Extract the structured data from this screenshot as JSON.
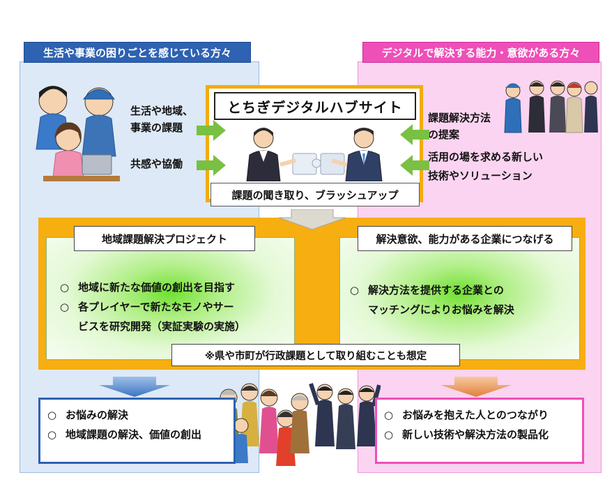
{
  "left_header": "生活や事業の困りごとを感じている方々",
  "right_header": "デジタルで解決する能力・意欲がある方々",
  "hub": {
    "title": "とちぎデジタルハブサイト",
    "subtitle": "課題の聞き取り、ブラッシュアップ"
  },
  "left_texts": {
    "issues_line1": "生活や地域、",
    "issues_line2": "事業の課題",
    "empathy": "共感や協働"
  },
  "right_texts": {
    "proposal_line1": "課題解決方法",
    "proposal_line2": "の提案",
    "tech_line1": "活用の場を求める新しい",
    "tech_line2": "技術やソリューション"
  },
  "project": {
    "label": "地域課題解決プロジェクト",
    "bullet": "○",
    "item1": "地域に新たな価値の創出を目指す",
    "item2_line1": "各プレイヤーで新たなモノやサー",
    "item2_line2": "ビスを研究開発（実証実験の実施）"
  },
  "matching": {
    "label": "解決意欲、能力がある企業につなげる",
    "bullet": "○",
    "item1_line1": "解決方法を提供する企業との",
    "item1_line2": "マッチングによりお悩みを解決"
  },
  "note": "※県や市町が行政課題として取り組むことも想定",
  "outcome_left": {
    "bullet": "○",
    "item1": "お悩みの解決",
    "item2": "地域課題の解決、価値の創出"
  },
  "outcome_right": {
    "bullet": "○",
    "item1": "お悩みを抱えた人とのつながり",
    "item2": "新しい技術や解決方法の製品化"
  },
  "colors": {
    "blue": "#2e62b2",
    "pink": "#ee4fb8",
    "gold": "#f2ac0a",
    "green_arrow": "#79c043"
  }
}
